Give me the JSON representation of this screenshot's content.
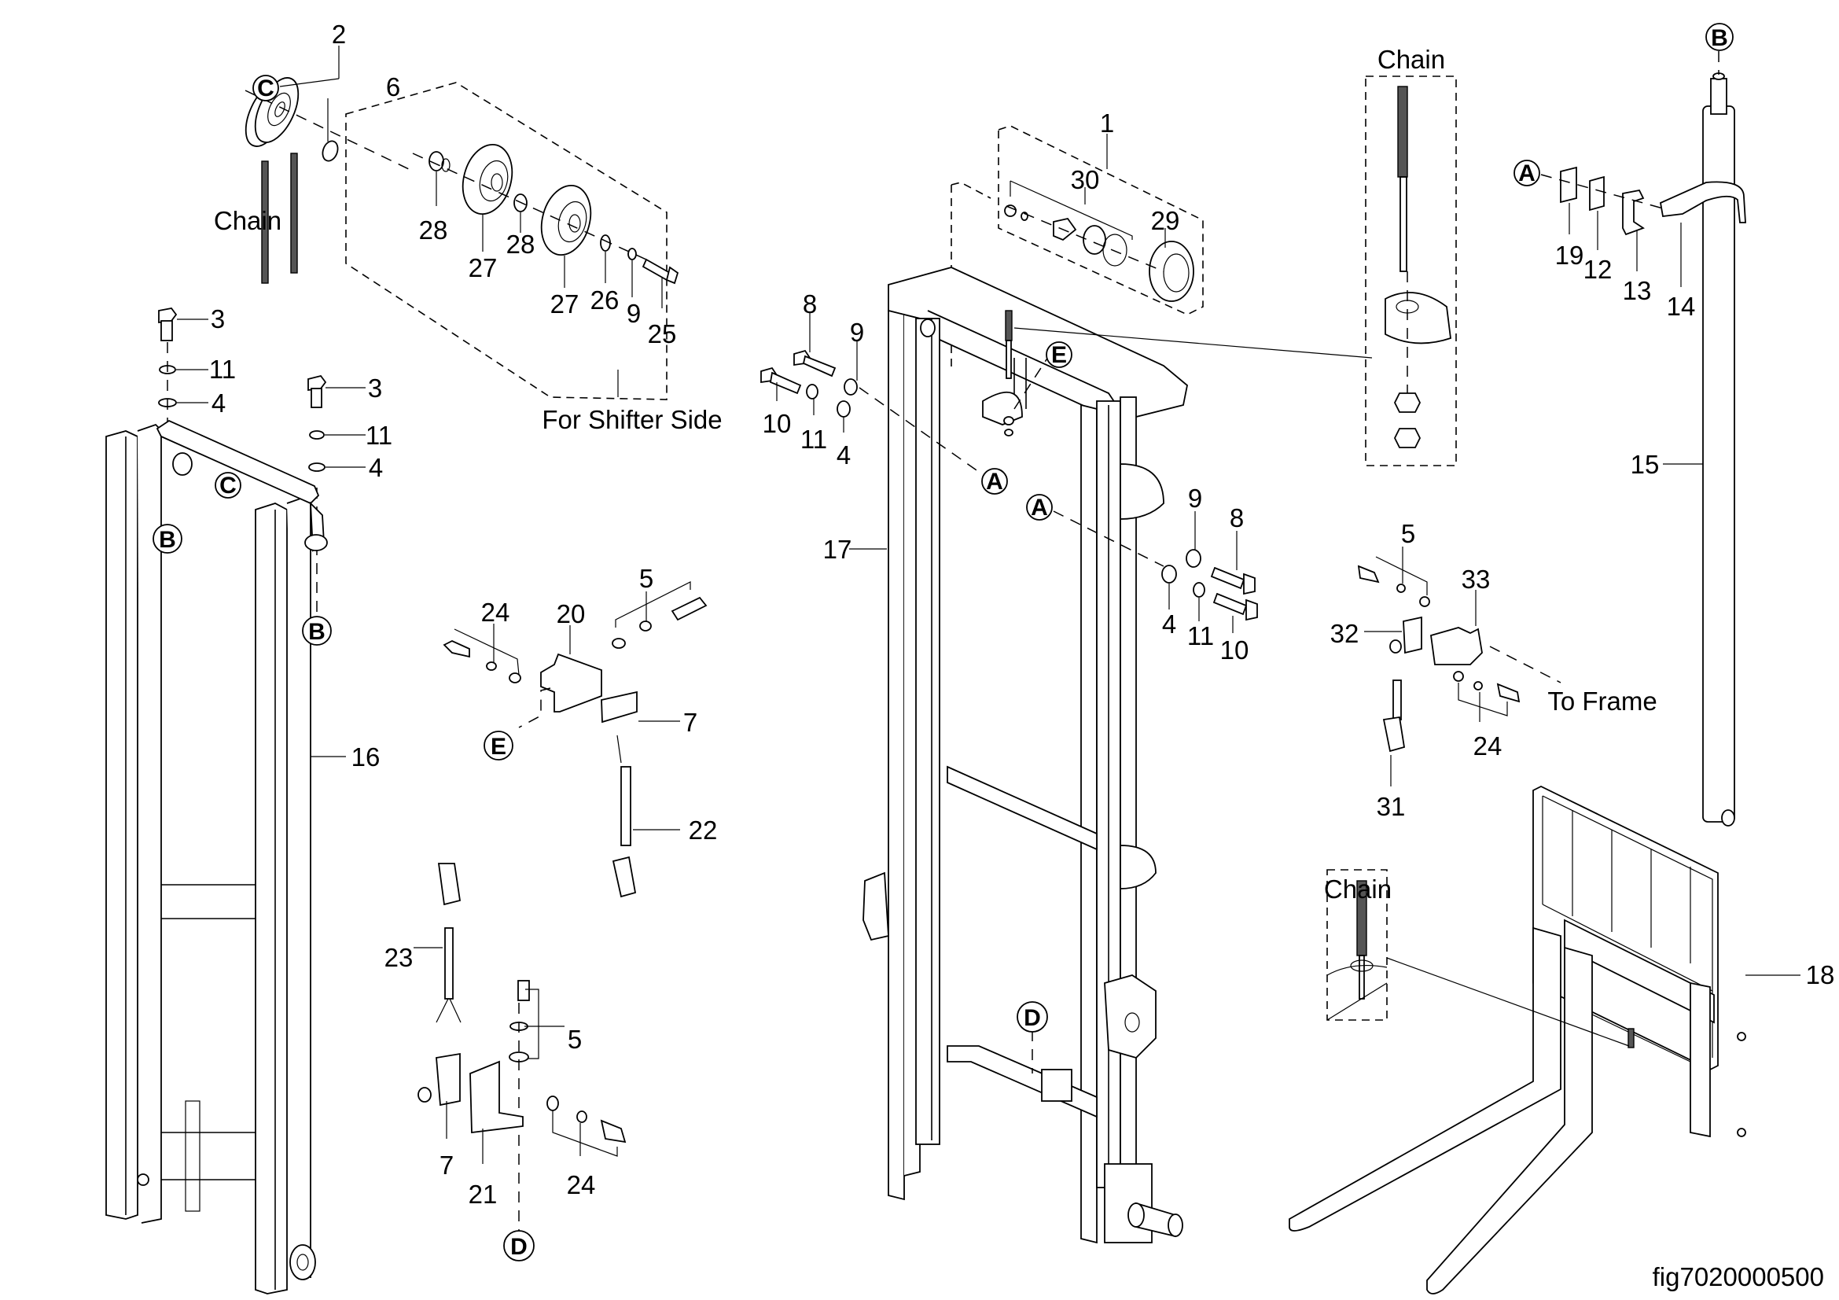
{
  "figure": {
    "id_label": "fig7020000500",
    "type": "exploded parts diagram",
    "subject": "forklift mast, lift chains, carriage and forks"
  },
  "callouts": {
    "c2": "2",
    "c6": "6",
    "c28a": "28",
    "c27a": "27",
    "c28b": "28",
    "c27b": "27",
    "c26": "26",
    "c9a": "9",
    "c25": "25",
    "c3a": "3",
    "c11a": "11",
    "c4a": "4",
    "c3b": "3",
    "c11b": "11",
    "c4b": "4",
    "c16": "16",
    "c1": "1",
    "c30": "30",
    "c29": "29",
    "c8a": "8",
    "c9b": "9",
    "c10a": "10",
    "c11c": "11",
    "c4c": "4",
    "c9c": "9",
    "c8b": "8",
    "c4d": "4",
    "c11d": "11",
    "c10b": "10",
    "c17": "17",
    "c19": "19",
    "c12": "12",
    "c13": "13",
    "c14": "14",
    "c15": "15",
    "c24a": "24",
    "c20": "20",
    "c5a": "5",
    "c7a": "7",
    "c22": "22",
    "c23": "23",
    "c5b": "5",
    "c7b": "7",
    "c21": "21",
    "c24b": "24",
    "c5c": "5",
    "c33": "33",
    "c32": "32",
    "c24c": "24",
    "c31": "31",
    "c18": "18"
  },
  "reference_markers": {
    "C_top": "C",
    "C_mast": "C",
    "B_left": "B",
    "B_right": "B",
    "B_cyl": "B",
    "A_mid1": "A",
    "A_mid2": "A",
    "A_bracket": "A",
    "E_mast": "E",
    "E_switch": "E",
    "D_mast": "D",
    "D_bracket": "D"
  },
  "captions": {
    "chain_top_left": "Chain",
    "chain_detail_top": "Chain",
    "chain_detail_bottom": "Chain",
    "for_shifter_side": "For Shifter Side",
    "to_frame": "To Frame"
  }
}
